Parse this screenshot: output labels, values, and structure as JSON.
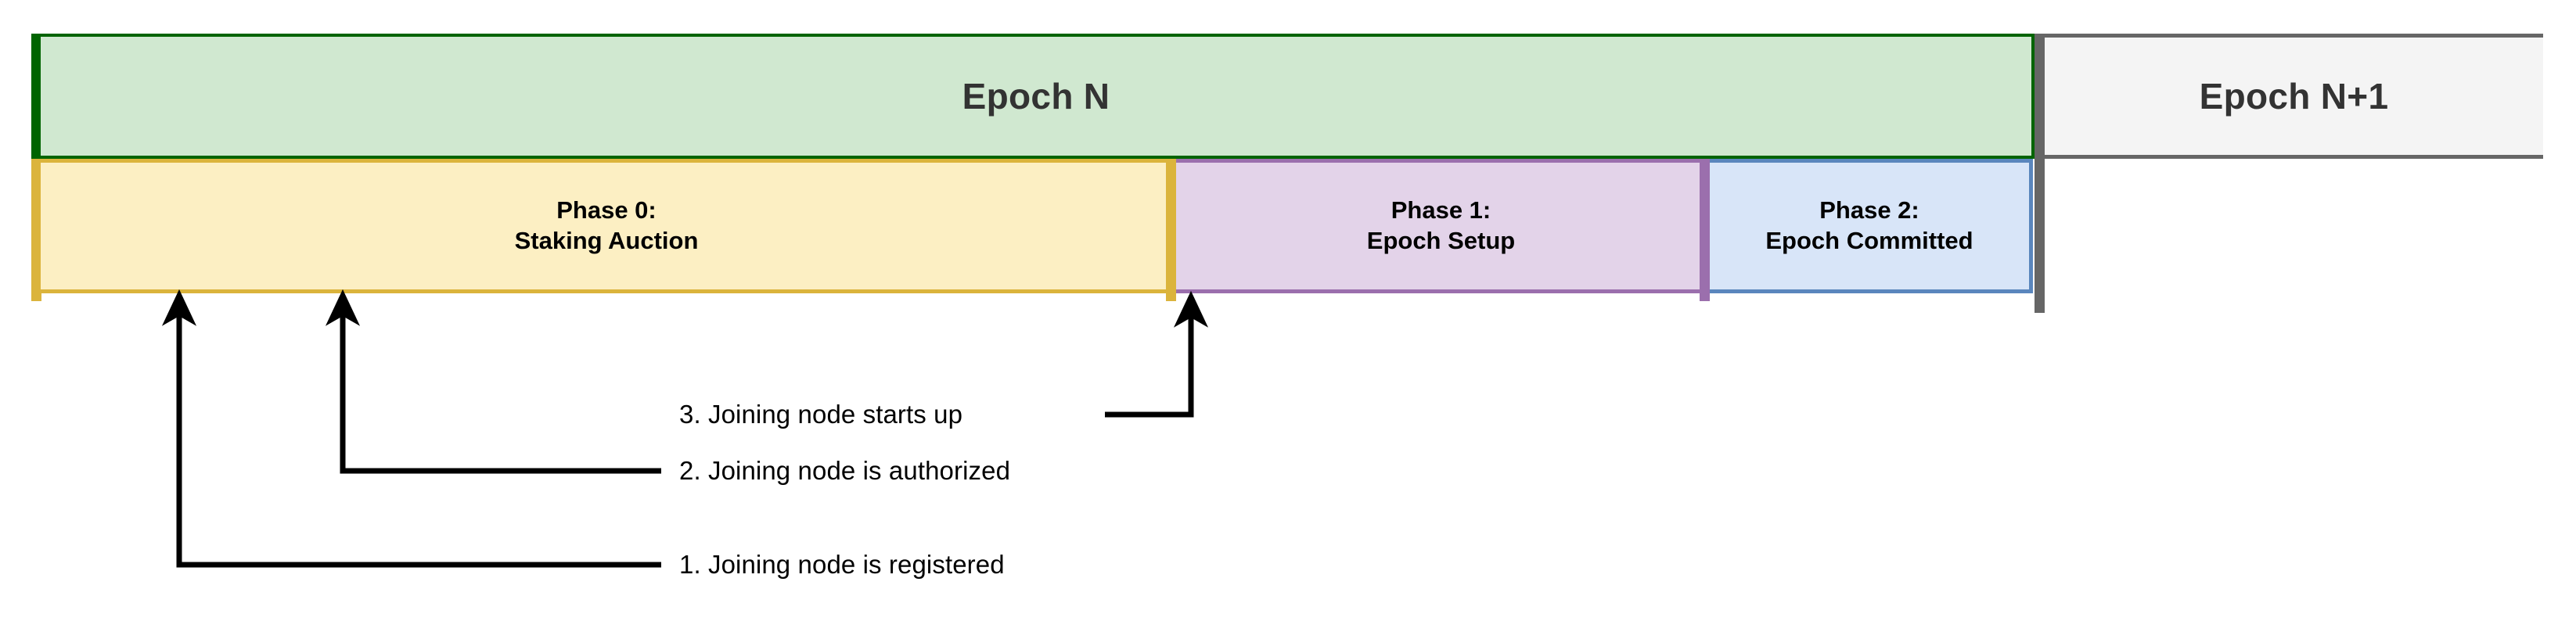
{
  "diagram": {
    "title_epoch_n": "Epoch N",
    "title_epoch_n1": "Epoch N+1",
    "colors": {
      "epoch_n_fill": "#d0e8d0",
      "epoch_n_border": "#006400",
      "epoch_n1_fill": "#f4f4f4",
      "epoch_n1_border": "#666666",
      "phase0_fill": "#fcefc3",
      "phase0_border": "#dbb43c",
      "phase1_fill": "#e3d3e9",
      "phase1_border": "#9b6fad",
      "phase2_fill": "#d8e5f8",
      "phase2_border": "#5a86bd",
      "annotation_line": "#000000"
    },
    "epochs": [
      {
        "id": "epoch-n",
        "label": "Epoch N"
      },
      {
        "id": "epoch-n1",
        "label": "Epoch N+1"
      }
    ],
    "phases": [
      {
        "id": "phase-0",
        "line1": "Phase 0:",
        "line2": "Staking Auction"
      },
      {
        "id": "phase-1",
        "line1": "Phase 1:",
        "line2": "Epoch Setup"
      },
      {
        "id": "phase-2",
        "line1": "Phase 2:",
        "line2": "Epoch Committed"
      }
    ],
    "annotations": [
      {
        "id": "note-1",
        "number": "1",
        "text": "1. Joining node is registered"
      },
      {
        "id": "note-2",
        "number": "2",
        "text": "2. Joining node is authorized"
      },
      {
        "id": "note-3",
        "number": "3",
        "text": "3. Joining node starts up"
      }
    ]
  }
}
